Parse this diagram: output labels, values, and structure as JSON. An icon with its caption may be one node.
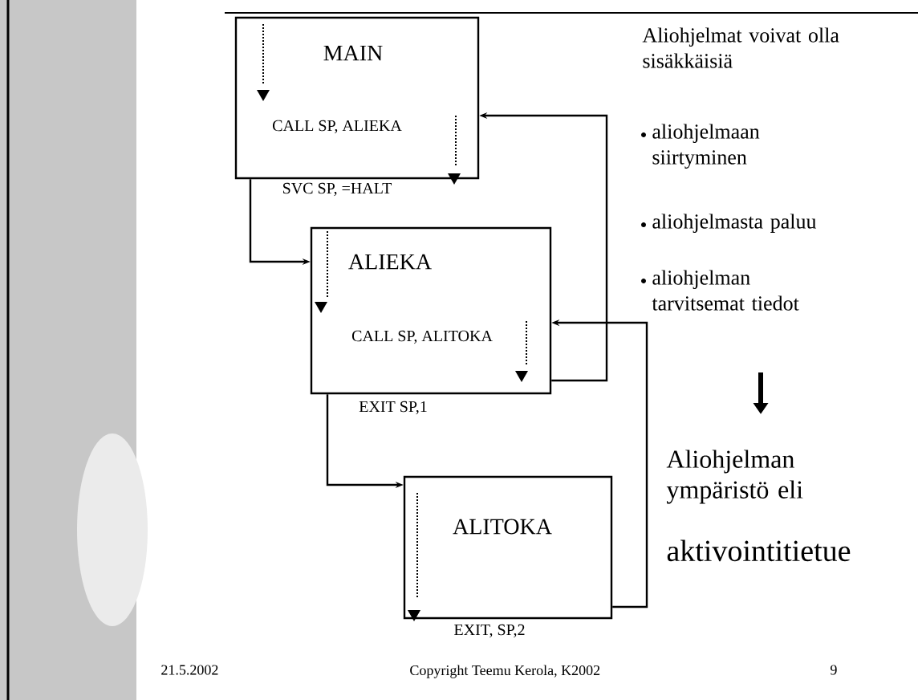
{
  "diagram": {
    "nodes": [
      {
        "text": [
          "MAIN",
          "CALL SP, ALIEKA"
        ],
        "beside": [
          "SVC SP, =HALT"
        ]
      },
      {
        "text": [
          "ALIEKA",
          "CALL SP, ALITOKA"
        ],
        "beside": [
          "EXIT SP,1"
        ]
      },
      {
        "text": [
          "ALITOKA"
        ],
        "beside": [
          "EXIT, SP,2"
        ]
      }
    ],
    "edges": [
      {
        "from": 0,
        "to": 1,
        "arrow": "to"
      },
      {
        "from": 1,
        "to": 0,
        "arrow": "to"
      },
      {
        "from": 1,
        "to": 2,
        "arrow": "to"
      },
      {
        "from": 2,
        "to": 1,
        "arrow": "to"
      }
    ],
    "labels": [
      "Aliohjelmat voivat olla sisäkkäisiä",
      "aliohjelmaan siirtyminen",
      "aliohjelmasta paluu",
      "aliohjelman tarvitsemat tiedot",
      "Aliohjelman ympäristö eli",
      "aktivointitietue",
      "21.5.2002",
      "Copyright Teemu Kerola, K2002",
      "9"
    ]
  }
}
